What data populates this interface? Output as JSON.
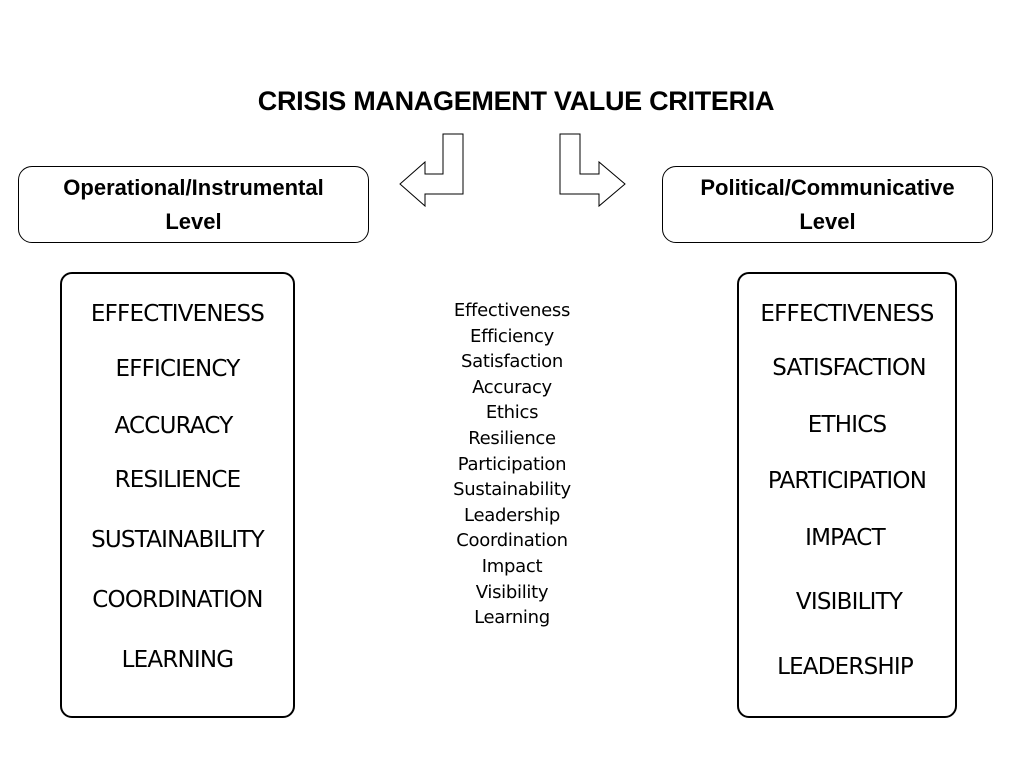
{
  "title": "CRISIS MANAGEMENT VALUE CRITERIA",
  "left_level": {
    "line1": "Operational/Instrumental",
    "line2": "Level"
  },
  "right_level": {
    "line1": "Political/Communicative",
    "line2": "Level"
  },
  "left_arrow_icon": "arrow-turn-left-icon",
  "right_arrow_icon": "arrow-turn-right-icon",
  "middle_list": [
    "Effectiveness",
    "Efficiency",
    "Satisfaction",
    "Accuracy",
    "Ethics",
    "Resilience",
    "Participation",
    "Sustainability",
    "Leadership",
    "Coordination",
    "Impact",
    "Visibility",
    "Learning"
  ],
  "left_list": [
    "EFFECTIVENESS",
    "EFFICIENCY",
    "ACCURACY",
    "RESILIENCE",
    "SUSTAINABILITY",
    "COORDINATION",
    "LEARNING"
  ],
  "right_list": [
    "EFFECTIVENESS",
    "SATISFACTION",
    "ETHICS",
    "PARTICIPATION",
    "IMPACT",
    "VISIBILITY",
    "LEADERSHIP"
  ]
}
